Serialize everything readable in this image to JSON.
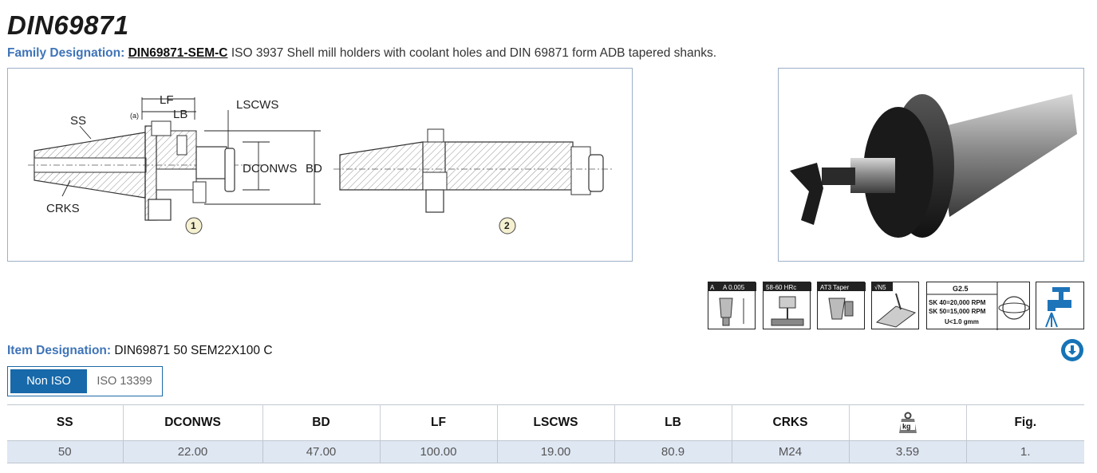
{
  "page": {
    "title": "DIN69871",
    "family_label": "Family Designation:",
    "family_code": "DIN69871-SEM-C",
    "family_description": "ISO 3937 Shell mill holders with coolant holes and DIN 69871 form ADB tapered shanks.",
    "item_label": "Item Designation:",
    "item_value": "DIN69871 50 SEM22X100 C"
  },
  "drawing": {
    "labels": {
      "lf": "LF",
      "lb": "LB",
      "lscws": "LSCWS",
      "ss": "SS",
      "dconws": "DCONWS",
      "bd": "BD",
      "crks": "CRKS",
      "note_a": "(a)"
    },
    "fig_1": "1",
    "fig_2": "2"
  },
  "pictograms": [
    {
      "name": "runout",
      "line1": "A",
      "line2": "A 0.005"
    },
    {
      "name": "hardness",
      "line1": "58-60 HRc"
    },
    {
      "name": "taper",
      "line1": "AT3 Taper"
    },
    {
      "name": "surface",
      "line1": "√N5"
    },
    {
      "name": "balance",
      "title": "G2.5",
      "line1": "SK 40=20,000 RPM",
      "line2": "SK 50=15,000 RPM",
      "line3": "U<1.0 gmm"
    },
    {
      "name": "coolant"
    }
  ],
  "toggle": {
    "option_a": "Non ISO",
    "option_b": "ISO 13399",
    "selected": "Non ISO"
  },
  "table": {
    "columns": [
      "SS",
      "DCONWS",
      "BD",
      "LF",
      "LSCWS",
      "LB",
      "CRKS",
      "kg",
      "Fig."
    ],
    "rows": [
      [
        "50",
        "22.00",
        "47.00",
        "100.00",
        "19.00",
        "80.9",
        "M24",
        "3.59",
        "1."
      ]
    ]
  },
  "colors": {
    "accent": "#1769aa",
    "label_blue": "#3f74b8",
    "row_bg": "#dfe7f3"
  },
  "icons": {
    "download": "download-circle-icon",
    "weight": "kg-weight-icon"
  }
}
